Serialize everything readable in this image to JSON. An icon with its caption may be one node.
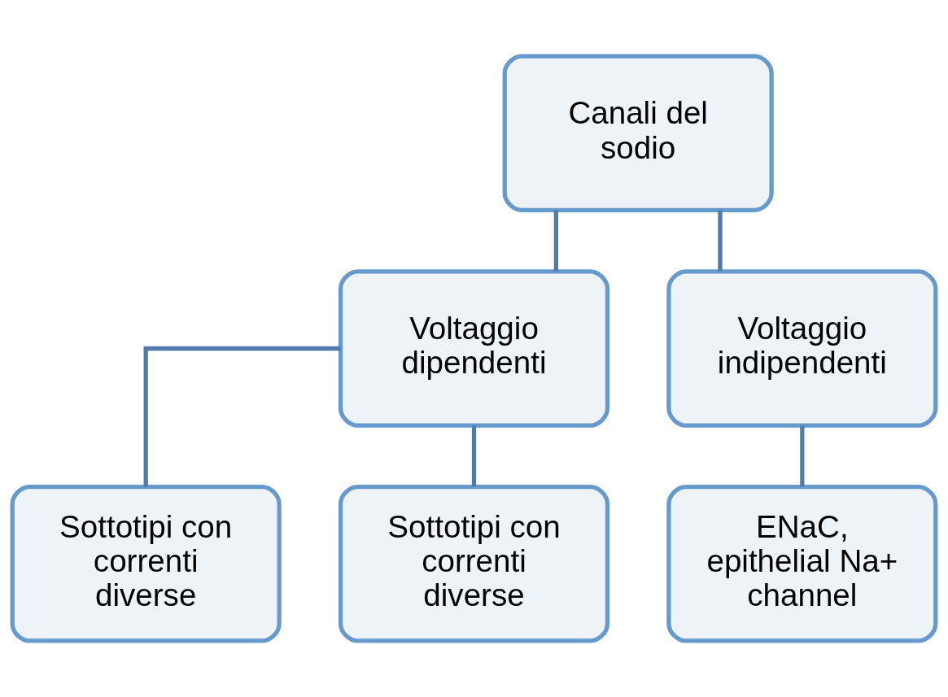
{
  "diagram": {
    "nodes": [
      {
        "text": [
          "Canali del sodio"
        ]
      },
      {
        "text": [
          "Voltaggio dipendenti"
        ]
      },
      {
        "text": [
          "Voltaggio indipendenti"
        ]
      },
      {
        "text": [
          "Sottotipi con correnti diverse"
        ]
      },
      {
        "text": [
          "Sottotipi con correnti diverse"
        ]
      },
      {
        "text": [
          "ENaC, epithelial Na+ channel"
        ]
      }
    ],
    "edges": [
      {
        "from": 0,
        "to": 1,
        "arrow": "none"
      },
      {
        "from": 0,
        "to": 2,
        "arrow": "none"
      },
      {
        "from": 1,
        "to": 3,
        "arrow": "none"
      },
      {
        "from": 1,
        "to": 4,
        "arrow": "none"
      },
      {
        "from": 2,
        "to": 5,
        "arrow": "none"
      }
    ]
  }
}
